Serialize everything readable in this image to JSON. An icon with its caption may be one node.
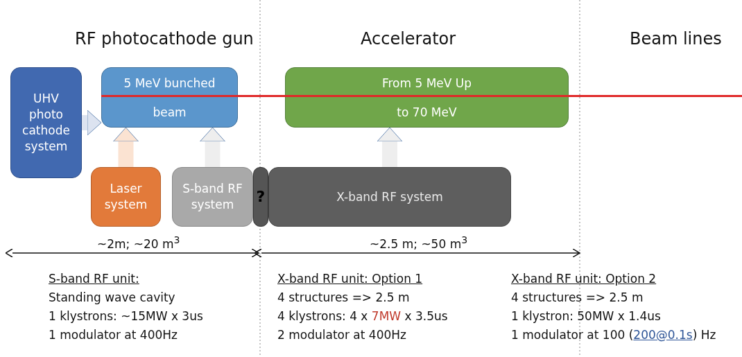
{
  "diagram": {
    "nodes": [
      {
        "text": [
          "UHV photo cathode system"
        ]
      },
      {
        "text": [
          "5 MeV bunched beam"
        ]
      },
      {
        "text": [
          "From 5 MeV Up to 70 MeV"
        ]
      },
      {
        "text": [
          "Laser system"
        ]
      },
      {
        "text": [
          "S-band RF system"
        ]
      },
      {
        "text": [
          "X-band RF system"
        ]
      },
      {
        "text": [
          "?"
        ]
      }
    ],
    "edges": [
      {
        "from": 0,
        "to": 1,
        "arrow": "to",
        "color": "#dce3f0"
      },
      {
        "from": 3,
        "to": 1,
        "arrow": "to",
        "color": "#fbe3d2"
      },
      {
        "from": 4,
        "to": 1,
        "arrow": "to",
        "color": "#eeeeee"
      },
      {
        "from": 5,
        "to": 2,
        "arrow": "to",
        "color": "#eeeeee"
      },
      {
        "from": 1,
        "to": null,
        "arrow": "none",
        "color": "#e02828"
      }
    ],
    "labels": [
      "RF photocathode gun",
      "Accelerator",
      "Beam lines",
      "~2m; ~20 m$^{3}$",
      "~2.5 m; ~50 m$^{3}$",
      "S-band RF unit:",
      "Standing wave cavity",
      "1 klystrons: ~15MW x 3us",
      "1 modulator at 400Hz",
      "X-band RF unit: Option 1",
      "4 structures => 2.5 m",
      "4 klystrons: 4 x **7MW** x 3.5us",
      "2 modulator at 400Hz",
      "X-band RF unit: Option 2",
      "4 structures => 2.5 m",
      "1 klystron: 50MW x 1.4us",
      "1 modulator at 100 (*200@0.1s*) Hz"
    ]
  }
}
